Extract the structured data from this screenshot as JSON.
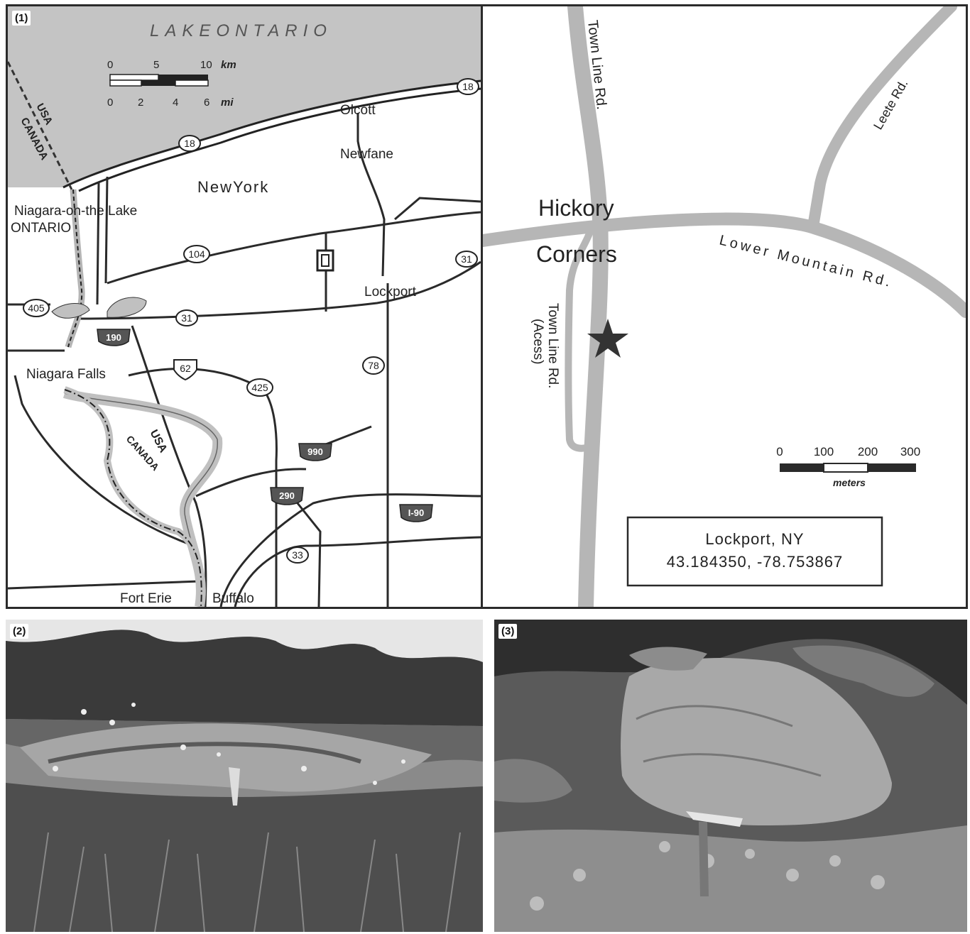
{
  "panel1": {
    "label": "(1)",
    "lake": "LAKEONTARIO",
    "scale_km": {
      "ticks": [
        "0",
        "5",
        "10"
      ],
      "unit": "km"
    },
    "scale_mi": {
      "ticks": [
        "0",
        "2",
        "4",
        "6"
      ],
      "unit": "mi"
    },
    "border_usa_top": "USA",
    "border_canada_top": "CANADA",
    "border_usa_mid": "USA",
    "border_canada_mid": "CANADA",
    "places": {
      "olcott": "Olcott",
      "newfane": "Newfane",
      "new_york": "NewYork",
      "niagara_on_the_lake": "Niagara-on-the Lake",
      "ontario": "ONTARIO",
      "lockport": "Lockport",
      "niagara_falls": "Niagara Falls",
      "fort_erie": "Fort Erie",
      "buffalo": "Buffalo"
    },
    "routes": {
      "r18a": "18",
      "r18b": "18",
      "r104": "104",
      "r31a": "31",
      "r31b": "31",
      "r405": "405",
      "i190": "190",
      "r62": "62",
      "r425": "425",
      "r78": "78",
      "i990": "990",
      "i290": "290",
      "i90": "I-90",
      "r33": "33"
    }
  },
  "panel1b": {
    "roads": {
      "town_line": "Town Line Rd.",
      "leete": "Leete Rd.",
      "lower_mountain": "Lower Mountain Rd.",
      "town_line_access_1": "Town Line Rd.",
      "town_line_access_2": "(Acess)"
    },
    "place_line1": "Hickory",
    "place_line2": "Corners",
    "scale": {
      "ticks": [
        "0",
        "100",
        "200",
        "300"
      ],
      "unit": "meters"
    },
    "info_line1": "Lockport, NY",
    "info_line2": "43.184350, -78.753867"
  },
  "panel2": {
    "label": "(2)"
  },
  "panel3": {
    "label": "(3)"
  }
}
